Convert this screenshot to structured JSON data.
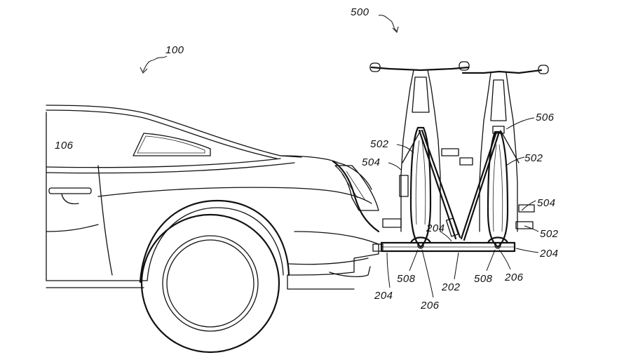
{
  "figure": {
    "labels": {
      "system": "100",
      "rack_assembly": "500",
      "vehicle_panel": "106",
      "strap_upper_left": "502",
      "strap_upper_right": "502",
      "strap_lower_right": "502",
      "mount_left": "504",
      "mount_right": "504",
      "frame_clamp": "506",
      "hitch_left": "204",
      "hitch_center": "204",
      "hitch_right": "204",
      "wheel_cradle_left": "508",
      "wheel_cradle_right": "508",
      "base_bar": "202",
      "pivot_left": "206",
      "pivot_right": "206"
    }
  }
}
